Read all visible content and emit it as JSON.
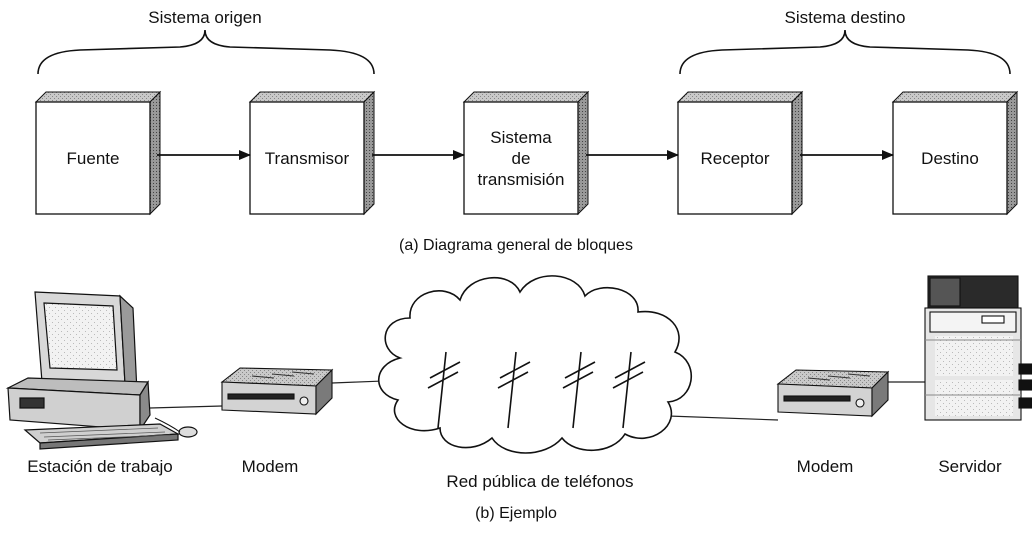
{
  "top_braces": {
    "origin_label": "Sistema origen",
    "destination_label": "Sistema destino"
  },
  "blocks": [
    {
      "id": "fuente",
      "lines": [
        "Fuente"
      ]
    },
    {
      "id": "transmisor",
      "lines": [
        "Transmisor"
      ]
    },
    {
      "id": "sistema-transmision",
      "lines": [
        "Sistema",
        "de",
        "transmisión"
      ]
    },
    {
      "id": "receptor",
      "lines": [
        "Receptor"
      ]
    },
    {
      "id": "destino",
      "lines": [
        "Destino"
      ]
    }
  ],
  "caption_a": "(a) Diagrama general de bloques",
  "example": {
    "workstation_label": "Estación de trabajo",
    "modem_left_label": "Modem",
    "network_label": "Red pública de teléfonos",
    "modem_right_label": "Modem",
    "server_label": "Servidor"
  },
  "caption_b": "(b) Ejemplo",
  "icons": [
    "workstation-icon",
    "modem-icon",
    "cloud-icon",
    "telephone-pole-icon",
    "server-icon"
  ]
}
